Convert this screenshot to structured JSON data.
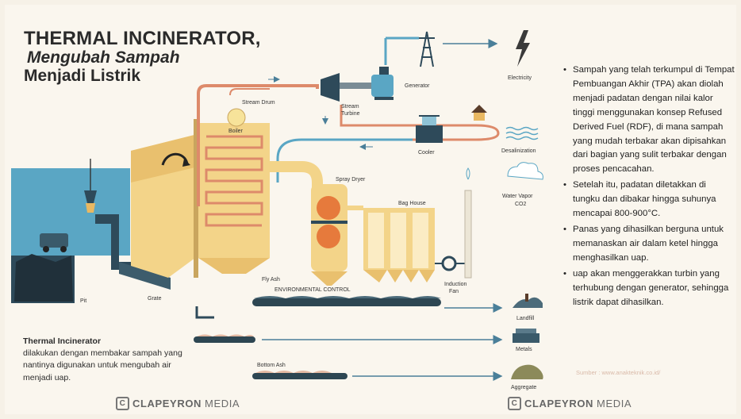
{
  "title": {
    "line1": "THERMAL INCINERATOR,",
    "line2": "Mengubah Sampah",
    "line3": "Menjadi Listrik"
  },
  "labels": {
    "pit": "Pit",
    "grate": "Grate",
    "boiler": "Boiler",
    "stream_drum": "Stream Drum",
    "stream_turbine_1": "Stream",
    "stream_turbine_2": "Turbine",
    "generator": "Generator",
    "electricity": "Electricity",
    "cooler": "Cooler",
    "desalinization": "Desalinization",
    "water_vapor": "Water Vapor",
    "co2": "CO2",
    "spray_dryer": "Spray Dryer",
    "bag_house": "Bag House",
    "induction_fan_1": "Induction",
    "induction_fan_2": "Fan",
    "fly_ash": "Fly Ash",
    "environmental_control": "ENVIRONMENTAL CONTROL",
    "landfill": "Landfill",
    "metals": "Metals",
    "bottom_ash": "Bottom Ash",
    "aggregate": "Aggregate"
  },
  "description": {
    "heading": "Thermal Incinerator",
    "body": "dilakukan dengan membakar sampah yang nantinya digunakan untuk  mengubah air menjadi uap."
  },
  "bullets": [
    "Sampah yang telah terkumpul di Tempat Pembuangan Akhir (TPA) akan diolah menjadi padatan dengan nilai kalor tinggi menggunakan konsep Refused Derived Fuel (RDF), di mana sampah yang mudah terbakar akan dipisahkan dari bagian yang sulit terbakar dengan proses pencacahan.",
    "Setelah itu, padatan diletakkan di tungku dan dibakar hingga suhunya mencapai 800-900°C.",
    "Panas yang dihasilkan berguna untuk memanaskan air dalam ketel hingga menghasilkan uap.",
    "uap akan menggerakkan turbin yang terhubung dengan generator, sehingga listrik dapat dihasilkan."
  ],
  "source": "Sumber : www.anakteknik.co.id/",
  "brand": {
    "bold": "CLAPEYRON",
    "light": "MEDIA"
  },
  "colors": {
    "background": "#faf6ee",
    "water_blue": "#5aa6c4",
    "furnace_yellow": "#f3d489",
    "pipe_orange": "#dd8a6a",
    "dark_blue": "#2e4a5a",
    "conveyor": "#2d4652"
  }
}
